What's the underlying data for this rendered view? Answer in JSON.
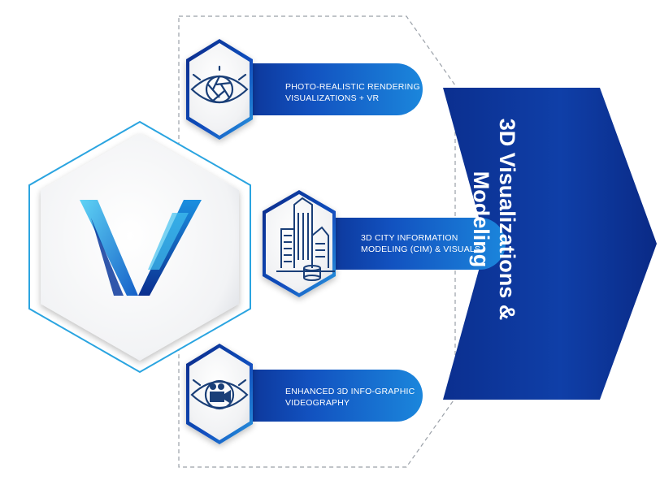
{
  "colors": {
    "navy": "#0a2a8a",
    "blue": "#1463c8",
    "cyan": "#2bb6e6",
    "icon": "#1a3f78"
  },
  "arrow": {
    "line1": "3D Visualizations &",
    "line2": "Modeling"
  },
  "logo": {
    "letter": "V"
  },
  "items": [
    {
      "line1": "PHOTO-REALISTIC RENDERING",
      "line2": "VISUALIZATIONS + VR",
      "icon": "eye-aperture-icon"
    },
    {
      "line1": "3D CITY INFORMATION",
      "line2": "MODELING (CIM) & VISUALS",
      "icon": "city-buildings-icon"
    },
    {
      "line1": "ENHANCED 3D INFO-GRAPHIC",
      "line2": "VIDEOGRAPHY",
      "icon": "eye-camera-icon"
    }
  ]
}
